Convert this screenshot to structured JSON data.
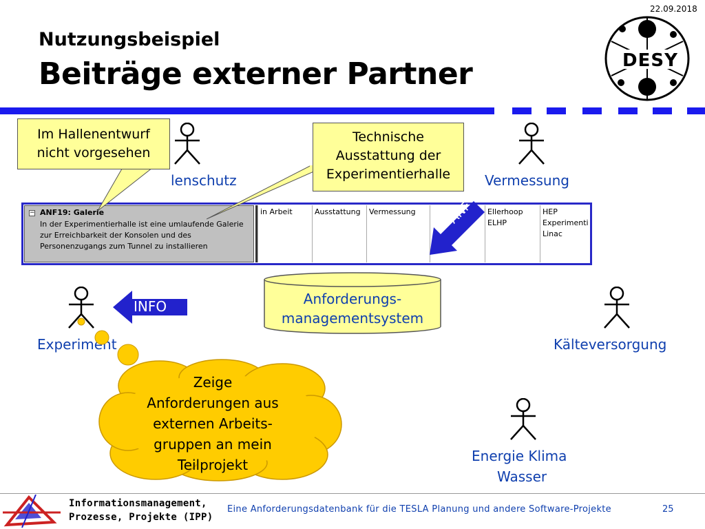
{
  "header": {
    "date": "22.09.2018",
    "subtitle": "Nutzungsbeispiel",
    "title": "Beiträge externer Partner",
    "logo_text": "DESY"
  },
  "actors": {
    "strahlenschutz": "lenschutz",
    "vermessung": "Vermessung",
    "experiment": "Experiment",
    "kaelte": "Kälteversorgung",
    "energie_line1": "Energie Klima",
    "energie_line2": "Wasser"
  },
  "callouts": {
    "hallenentwurf_line1": "Im Hallenentwurf",
    "hallenentwurf_line2": "nicht vorgesehen",
    "technische_line1": "Technische",
    "technische_line2": "Ausstattung der",
    "technische_line3": "Experimentierhalle"
  },
  "table": {
    "expander": "−",
    "title": "ANF19: Galerie",
    "description": "In der Experimentierhalle ist eine umlaufende Galerie zur Erreichbarkeit der Konsolen und des Personenzugangs zum Tunnel zu installieren",
    "status": "in Arbeit",
    "category": "Ausstattung",
    "group": "Vermessung",
    "persons_line1": "Ellerhoop",
    "persons_line2": "ELHP",
    "project_line1": "HEP",
    "project_line2": "Experimenti",
    "project_line3": "Linac"
  },
  "arrows": {
    "anf": "ANF",
    "info": "INFO"
  },
  "database": {
    "line1": "Anforderungs-",
    "line2": "managementsystem"
  },
  "thought": {
    "line1": "Zeige",
    "line2": "Anforderungen aus",
    "line3": "externen Arbeits-",
    "line4": "gruppen an mein",
    "line5": "Teilprojekt"
  },
  "footer": {
    "ipp_line1": "Informationsmanagement,",
    "ipp_line2": "Prozesse, Projekte (IPP)",
    "center": "Eine  Anforderungsdatenbank  für  die  TESLA Planung und andere Software-Projekte",
    "page": "25"
  },
  "colors": {
    "rule": "#1a1aee",
    "label_blue": "#0f3fae",
    "callout_yellow": "#ffff99",
    "thought_gold": "#ffcc00",
    "arrow_blue": "#2222cc"
  }
}
